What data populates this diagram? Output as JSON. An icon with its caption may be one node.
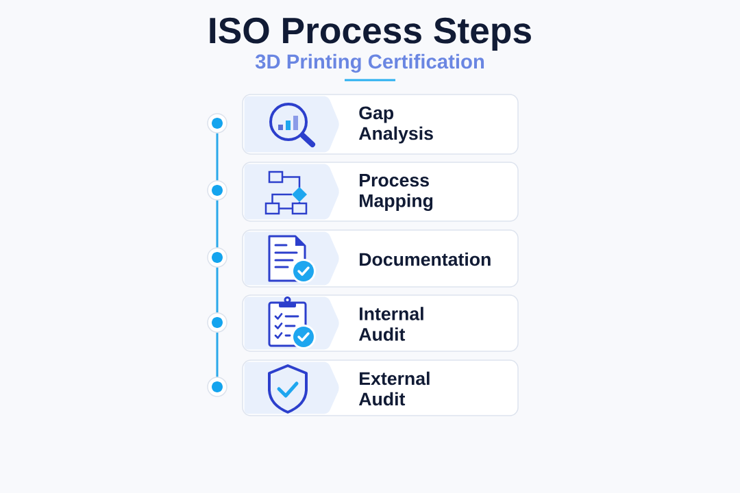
{
  "diagram": {
    "title": "ISO Process Steps",
    "nodes": [
      {
        "text": [
          "Gap Analysis"
        ]
      },
      {
        "text": [
          "Process Mapping"
        ]
      },
      {
        "text": [
          "Documentation"
        ]
      },
      {
        "text": [
          "Internal Audit"
        ]
      },
      {
        "text": [
          "External Audit"
        ]
      },
      {
        "text": [],
        "shape": "circle"
      },
      {
        "text": [],
        "shape": "circle"
      },
      {
        "text": [],
        "shape": "circle"
      },
      {
        "text": [],
        "shape": "circle"
      },
      {
        "text": [],
        "shape": "circle"
      }
    ],
    "edges": [
      {
        "from": 5,
        "to": 6,
        "arrow": "none"
      },
      {
        "from": 6,
        "to": 7,
        "arrow": "none"
      },
      {
        "from": 7,
        "to": 8,
        "arrow": "none"
      },
      {
        "from": 8,
        "to": 9,
        "arrow": "none"
      }
    ],
    "labels": [
      "3D Printing Certification"
    ]
  }
}
